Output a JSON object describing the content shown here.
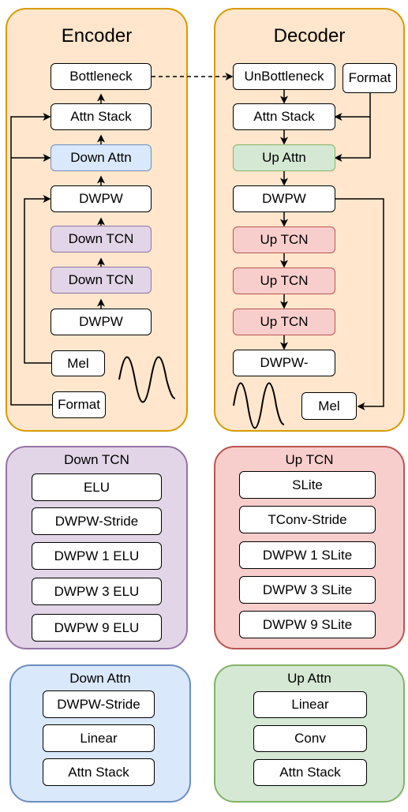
{
  "encoder": {
    "title": "Encoder",
    "blocks": {
      "bottleneck": "Bottleneck",
      "attn_stack": "Attn Stack",
      "down_attn": "Down Attn",
      "dwpw_top": "DWPW",
      "down_tcn_1": "Down TCN",
      "down_tcn_2": "Down TCN",
      "dwpw_bottom": "DWPW"
    },
    "inputs": {
      "mel": "Mel",
      "format": "Format"
    }
  },
  "decoder": {
    "title": "Decoder",
    "blocks": {
      "unbottleneck": "UnBottleneck",
      "format": "Format",
      "attn_stack": "Attn Stack",
      "up_attn": "Up Attn",
      "dwpw": "DWPW",
      "up_tcn_1": "Up TCN",
      "up_tcn_2": "Up TCN",
      "up_tcn_3": "Up TCN",
      "dwpw_out": "DWPW-"
    },
    "outputs": {
      "mel": "Mel"
    }
  },
  "down_tcn": {
    "title": "Down TCN",
    "items": [
      "ELU",
      "DWPW-Stride",
      "DWPW 1 ELU",
      "DWPW 3 ELU",
      "DWPW 9 ELU"
    ]
  },
  "up_tcn": {
    "title": "Up TCN",
    "items": [
      "SLite",
      "TConv-Stride",
      "DWPW 1 SLite",
      "DWPW 3 SLite",
      "DWPW 9 SLite"
    ]
  },
  "down_attn": {
    "title": "Down Attn",
    "items": [
      "DWPW-Stride",
      "Linear",
      "Attn Stack"
    ]
  },
  "up_attn": {
    "title": "Up Attn",
    "items": [
      "Linear",
      "Conv",
      "Attn Stack"
    ]
  },
  "colors": {
    "encoder_fill": "#ffe6cc",
    "encoder_stroke": "#d79b00",
    "down_tcn_fill": "#e1d5e7",
    "down_tcn_stroke": "#9673a6",
    "up_tcn_fill": "#f8cecc",
    "up_tcn_stroke": "#b85450",
    "down_attn_fill": "#dae8fc",
    "down_attn_stroke": "#6c8ebf",
    "up_attn_fill": "#d5e8d4",
    "up_attn_stroke": "#82b366"
  },
  "icons": [
    "sine-wave-icon",
    "sine-wave-icon"
  ]
}
